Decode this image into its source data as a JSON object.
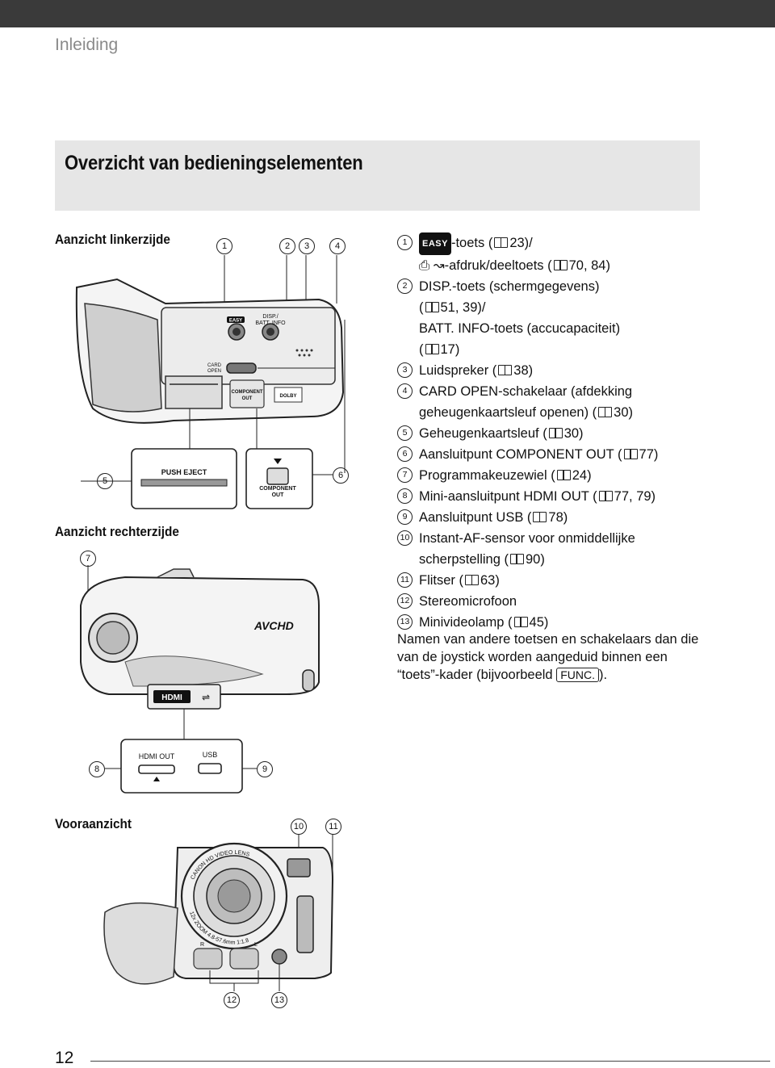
{
  "header": {
    "section": "Inleiding"
  },
  "title": "Overzicht van bedieningselementen",
  "views": {
    "left_side": "Aanzicht linkerzijde",
    "right_side": "Aanzicht rechterzijde",
    "front": "Vooraanzicht"
  },
  "camera_labels": {
    "easy": "EASY",
    "disp": "DISP./",
    "batt_info": "BATT. INFO",
    "card_open_1": "CARD",
    "card_open_2": "OPEN",
    "component_out_1": "COMPONENT",
    "component_out_2": "OUT",
    "dolby": "DOLBY",
    "push_eject": "PUSH EJECT",
    "avchd": "AVCHD",
    "hdmi": "HDMI",
    "hdmi_out": "HDMI OUT",
    "usb": "USB",
    "lens_top": "CANON HD VIDEO LENS",
    "lens_bottom": "12x ZOOM 4.8-57.6mm 1:1.8",
    "mic_r": "R",
    "mic_l": "L"
  },
  "callouts": [
    "1",
    "2",
    "3",
    "4",
    "5",
    "6",
    "7",
    "8",
    "9",
    "10",
    "11",
    "12",
    "13"
  ],
  "items": [
    {
      "num": "1",
      "pre": "",
      "easy": "EASY",
      "text": "-toets (",
      "ref": "23)/",
      "line2_pre": "",
      "line2": "-afdruk/deeltoets (",
      "line2_ref": "70, 84)"
    },
    {
      "num": "2",
      "text": "DISP.-toets (schermgegevens)",
      "line2_pre": "(",
      "line2_ref": "51, 39)/",
      "line3": "BATT. INFO-toets (accucapaciteit)",
      "line4_pre": "(",
      "line4_ref": "17)"
    },
    {
      "num": "3",
      "text": "Luidspreker (",
      "ref": "38)"
    },
    {
      "num": "4",
      "text": "CARD OPEN-schakelaar (afdekking",
      "line2": "geheugenkaartsleuf openen) (",
      "line2_ref": "30)"
    },
    {
      "num": "5",
      "text": "Geheugenkaartsleuf (",
      "ref": "30)"
    },
    {
      "num": "6",
      "text": "Aansluitpunt COMPONENT OUT (",
      "ref": "77)"
    },
    {
      "num": "7",
      "text": "Programmakeuzewiel (",
      "ref": "24)"
    },
    {
      "num": "8",
      "text": "Mini-aansluitpunt HDMI OUT (",
      "ref": "77, 79)"
    },
    {
      "num": "9",
      "text": "Aansluitpunt USB (",
      "ref": "78)"
    },
    {
      "num": "10",
      "text": "Instant-AF-sensor voor onmiddellijke",
      "line2": "scherpstelling (",
      "line2_ref": "90)"
    },
    {
      "num": "11",
      "text": "Flitser (",
      "ref": "63)"
    },
    {
      "num": "12",
      "text": "Stereomicrofoon"
    },
    {
      "num": "13",
      "text": "Minivideolamp (",
      "ref": "45)"
    }
  ],
  "note": {
    "text1": "Namen van andere toetsen en schakelaars dan die van de joystick worden aangeduid binnen een ",
    "quoted": "“toets”",
    "text2": "-kader (bijvoorbeeld ",
    "func": "FUNC.",
    "text3": ")."
  },
  "page_number": "12"
}
